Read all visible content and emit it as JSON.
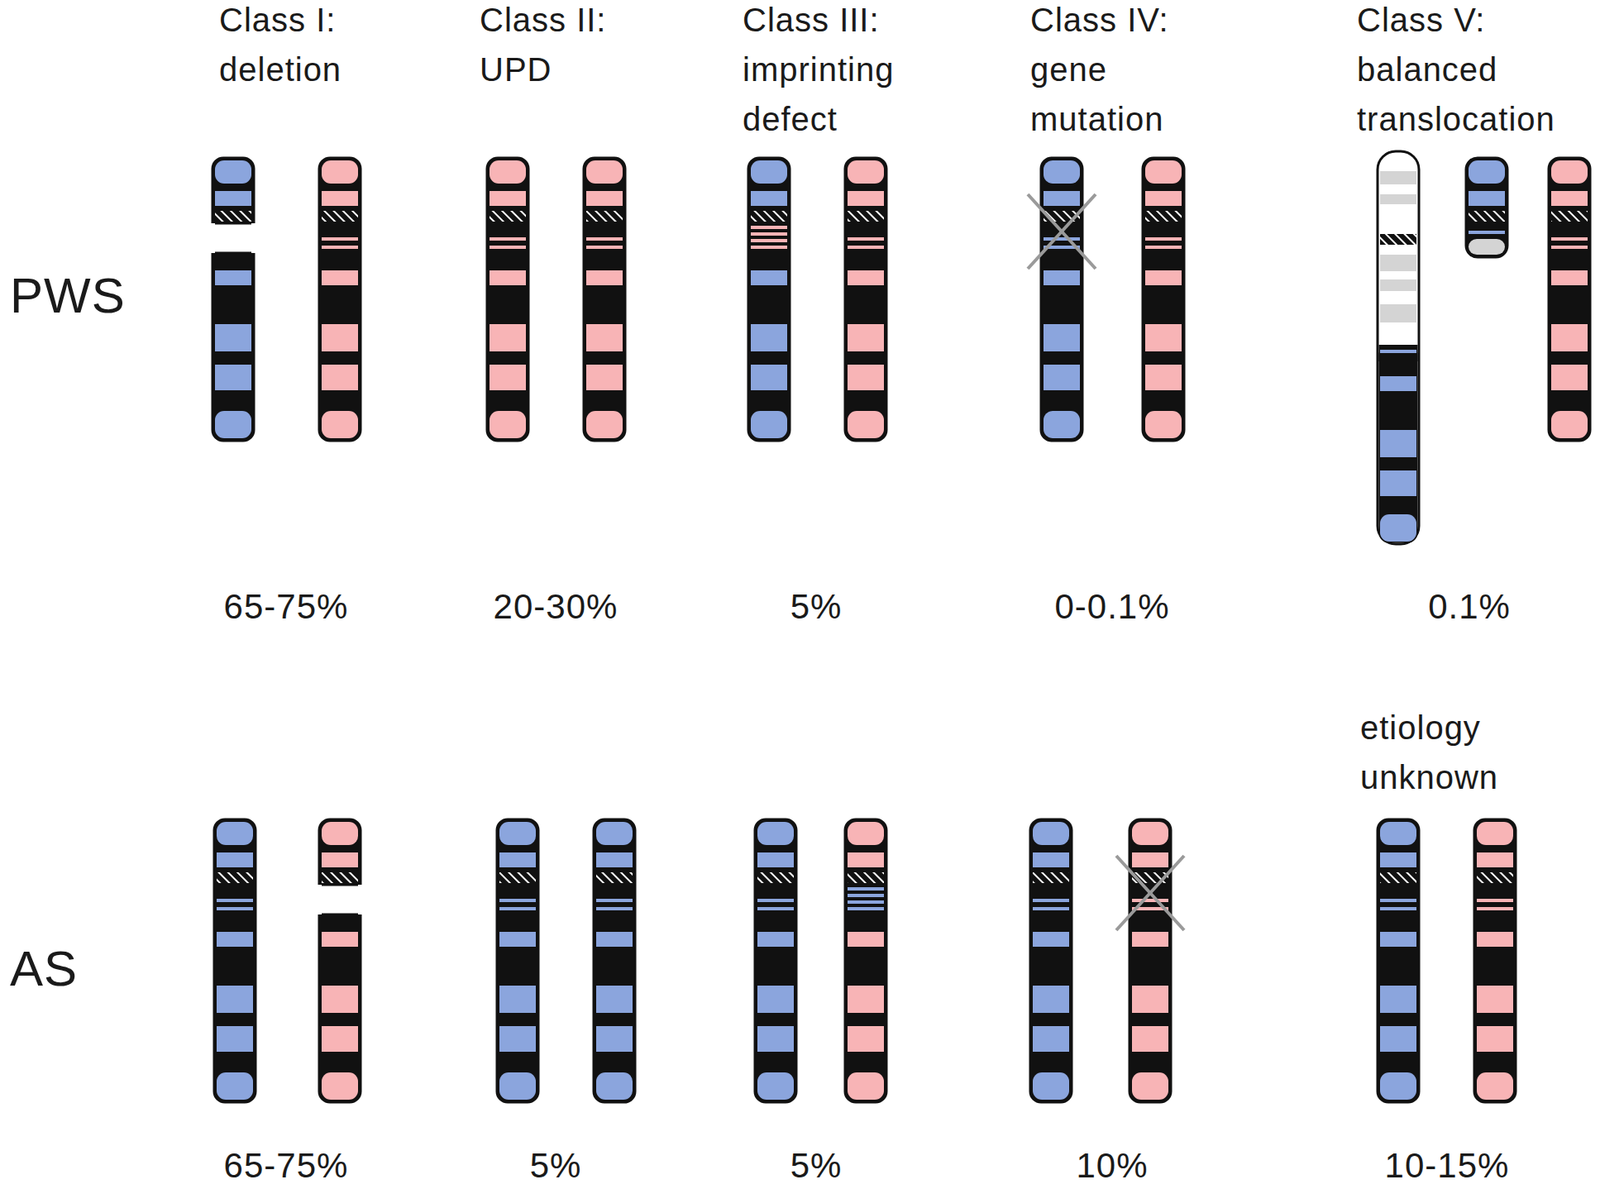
{
  "diagram": {
    "labels": [
      "Class I: deletion",
      "Class II: UPD",
      "Class III: imprinting defect",
      "Class IV: gene mutation",
      "Class V: balanced translocation",
      "PWS",
      "65-75%",
      "20-30%",
      "5%",
      "0-0.1%",
      "0.1%",
      "etiology unknown",
      "AS",
      "65-75%",
      "5%",
      "5%",
      "10%",
      "10-15%"
    ]
  }
}
